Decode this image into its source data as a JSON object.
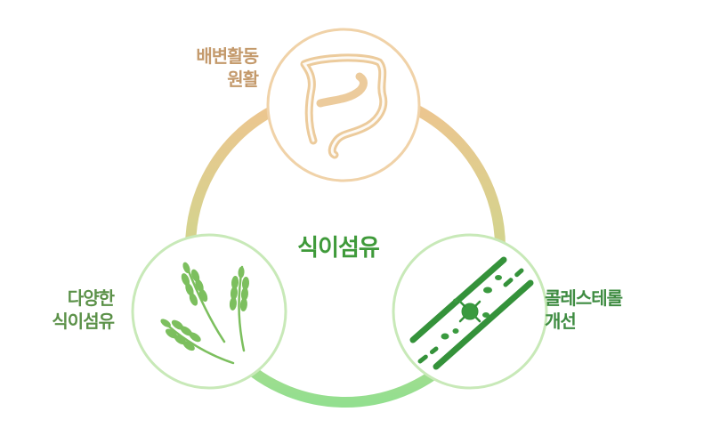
{
  "center": {
    "title": "식이섬유"
  },
  "benefits": {
    "top": {
      "lines": [
        "배변활동",
        "원활"
      ],
      "icon": "intestine-icon"
    },
    "left": {
      "lines": [
        "다양한",
        "식이섬유"
      ],
      "icon": "wheat-icon"
    },
    "right": {
      "lines": [
        "콜레스테롤",
        "개선"
      ],
      "icon": "blood-vessel-icon"
    }
  },
  "colors": {
    "tan": "#e9c79b",
    "tan_text": "#c49a6c",
    "green": "#8dd48a",
    "green_text": "#3f8c42",
    "wheat_green": "#7cbf5e",
    "vessel_green": "#3a9a3f"
  }
}
